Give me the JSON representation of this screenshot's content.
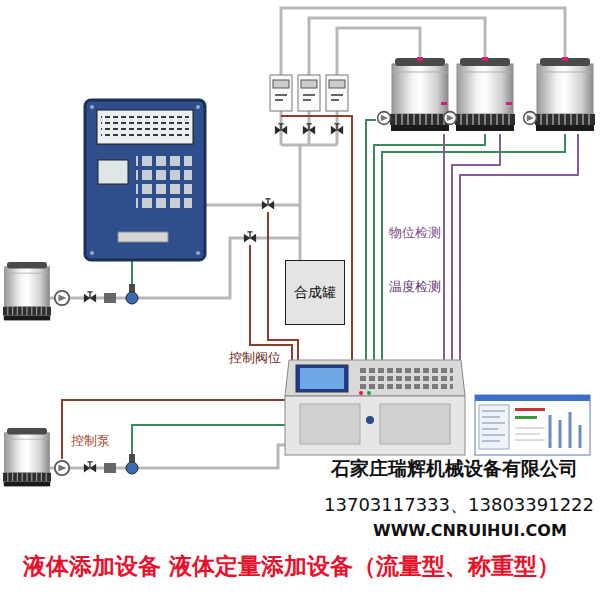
{
  "diagram": {
    "caption": "液体添加设备 液体定量添加设备（流量型、称重型）",
    "nodes": [
      {
        "text": [
          "合成罐"
        ]
      }
    ],
    "labels": [
      "物位检测",
      "温度检测",
      "控制阀位",
      "控制泵",
      "石家庄瑞辉机械设备有限公司",
      "13703117333、13803391222",
      "WWW.CNRUIHUI.COM"
    ]
  }
}
